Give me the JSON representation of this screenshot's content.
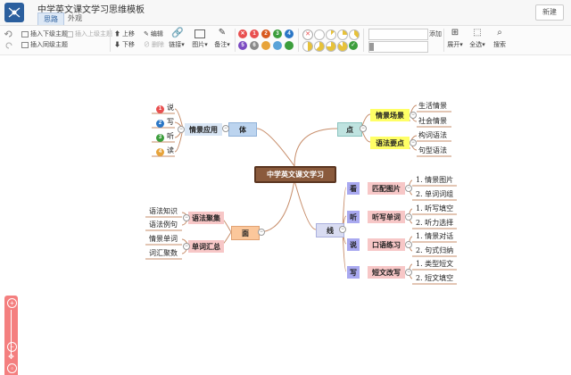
{
  "window": {
    "title": "中学英文课文学习思维模板"
  },
  "tabs": [
    {
      "label": "思路"
    },
    {
      "label": "外观"
    }
  ],
  "new_button": "新建",
  "toolbar": {
    "insert_child": "插入下级主题",
    "insert_parent": "插入上级主题",
    "insert_sibling": "插入同级主题",
    "move_up": "上移",
    "move_down": "下移",
    "edit": "编辑",
    "delete": "删除",
    "link": "链接",
    "image": "图片",
    "note": "备注",
    "priority_numbers": [
      "1",
      "2",
      "3",
      "4",
      "5",
      "6"
    ],
    "search_button": "添加",
    "expand": "展开",
    "select_all": "全选",
    "search": "搜索"
  },
  "mindmap": {
    "root": "中学英文课文学习",
    "top_right": {
      "label": "点",
      "children": [
        {
          "label": "情景场景",
          "leaves": [
            "生活情景",
            "社会情景"
          ]
        },
        {
          "label": "语法要点",
          "leaves": [
            "构词语法",
            "句型语法"
          ]
        }
      ]
    },
    "top_left": {
      "label": "体",
      "child": "情景应用",
      "leaves": [
        {
          "num": "1",
          "text": "说"
        },
        {
          "num": "2",
          "text": "写"
        },
        {
          "num": "3",
          "text": "听"
        },
        {
          "num": "4",
          "text": "读"
        }
      ]
    },
    "bottom_left": {
      "label": "面",
      "children": [
        {
          "label": "语法聚集",
          "leaves": [
            "语法知识",
            "语法例句"
          ]
        },
        {
          "label": "单词汇总",
          "leaves": [
            "情景单词",
            "词汇聚数"
          ]
        }
      ]
    },
    "bottom_right": {
      "label": "线",
      "groups": [
        {
          "tag": "看",
          "label": "匹配图片",
          "leaves": [
            "1. 情景图片",
            "2. 单词词组"
          ]
        },
        {
          "tag": "听",
          "label": "听写单词",
          "leaves": [
            "1. 听写填空",
            "2. 听力选择"
          ]
        },
        {
          "tag": "说",
          "label": "口语练习",
          "leaves": [
            "1. 情景对话",
            "2. 句式归纳"
          ]
        },
        {
          "tag": "写",
          "label": "短文改写",
          "leaves": [
            "1. 类型短文",
            "2. 短文填空"
          ]
        }
      ]
    }
  },
  "colors": {
    "root_bg": "#8a5a3c",
    "branch_line": "#c78d6a",
    "blue_node": "#bcd4ef",
    "teal_node": "#bfe3e0",
    "orange_node": "#fbc79b",
    "lilac_node": "#d9dcf2",
    "yellow_node": "#ffff66",
    "pink_node": "#f7c7c7",
    "tag_node": "#a9a9f0",
    "zoom_panel": "#f47f7f"
  }
}
